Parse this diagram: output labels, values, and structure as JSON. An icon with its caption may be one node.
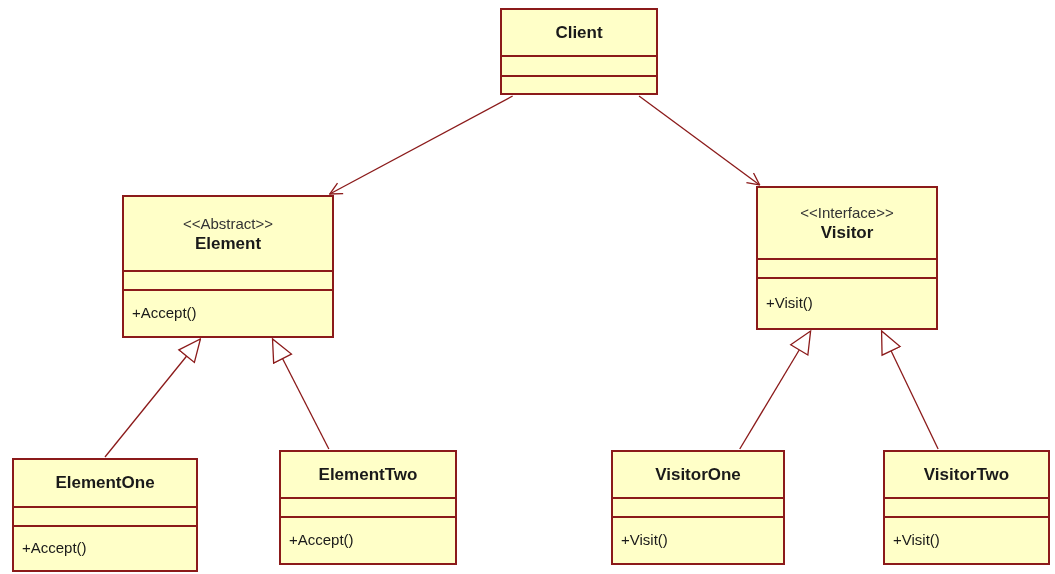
{
  "diagram": {
    "nodes": [
      {
        "text": [
          "Client"
        ]
      },
      {
        "text": [
          "<<Abstract>>",
          "Element",
          "+Accept()"
        ]
      },
      {
        "text": [
          "<<Interface>>",
          "Visitor",
          "+Visit()"
        ]
      },
      {
        "text": [
          "ElementOne",
          "+Accept()"
        ]
      },
      {
        "text": [
          "ElementTwo",
          "+Accept()"
        ]
      },
      {
        "text": [
          "VisitorOne",
          "+Visit()"
        ]
      },
      {
        "text": [
          "VisitorTwo",
          "+Visit()"
        ]
      }
    ],
    "edges": [
      {
        "from": 0,
        "to": 1,
        "arrow": "to"
      },
      {
        "from": 0,
        "to": 2,
        "arrow": "to"
      },
      {
        "from": 3,
        "to": 1,
        "arrow": "to"
      },
      {
        "from": 4,
        "to": 1,
        "arrow": "to"
      },
      {
        "from": 5,
        "to": 2,
        "arrow": "to"
      },
      {
        "from": 6,
        "to": 2,
        "arrow": "to"
      }
    ]
  }
}
